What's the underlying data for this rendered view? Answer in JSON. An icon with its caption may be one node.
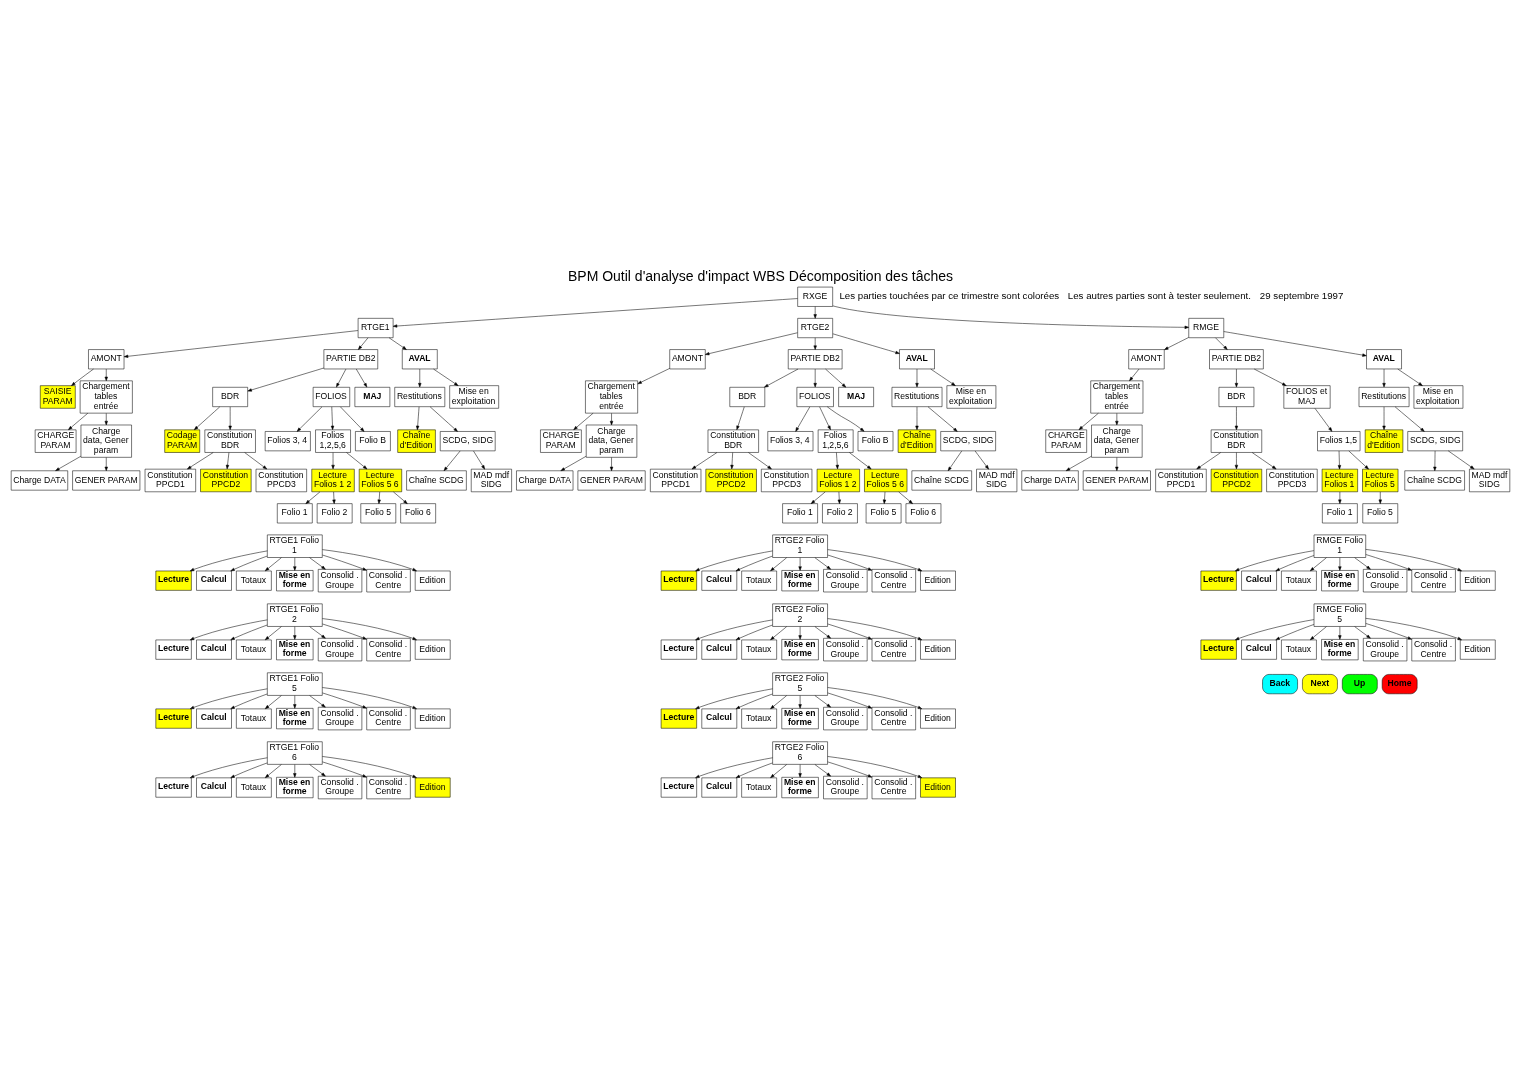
{
  "diagram": {
    "title": "BPM Outil d'analyse d'impact WBS Décomposition des tâches",
    "labels": [
      "Les parties touchées par ce trimestre sont colorées",
      "Les autres parties sont à tester seulement.",
      "29 septembre 1997"
    ],
    "nodes": [
      {
        "text": [
          "RXGE"
        ]
      },
      {
        "text": [
          "RTGE1"
        ]
      },
      {
        "text": [
          "RTGE2"
        ]
      },
      {
        "text": [
          "RMGE"
        ]
      },
      {
        "text": [
          "AMONT"
        ]
      },
      {
        "text": [
          "PARTIE DB2"
        ]
      },
      {
        "text": [
          "AVAL"
        ]
      },
      {
        "text": [
          "SAISIE PARAM"
        ]
      },
      {
        "text": [
          "Chargement tables entrée"
        ]
      },
      {
        "text": [
          "CHARGE PARAM"
        ]
      },
      {
        "text": [
          "Charge data, Gener param"
        ]
      },
      {
        "text": [
          "Charge DATA"
        ]
      },
      {
        "text": [
          "GENER PARAM"
        ]
      },
      {
        "text": [
          "BDR"
        ]
      },
      {
        "text": [
          "FOLIOS"
        ]
      },
      {
        "text": [
          "MAJ"
        ]
      },
      {
        "text": [
          "Codage PARAM"
        ]
      },
      {
        "text": [
          "Constitution BDR"
        ]
      },
      {
        "text": [
          "Constitution PPCD1"
        ]
      },
      {
        "text": [
          "Constitution PPCD2"
        ]
      },
      {
        "text": [
          "Constitution PPCD3"
        ]
      },
      {
        "text": [
          "Folios 3, 4"
        ]
      },
      {
        "text": [
          "Folios 1,2,5,6"
        ]
      },
      {
        "text": [
          "Folio B"
        ]
      },
      {
        "text": [
          "Lecture Folios 1 2"
        ]
      },
      {
        "text": [
          "Lecture Folios 5 6"
        ]
      },
      {
        "text": [
          "Folio 1"
        ]
      },
      {
        "text": [
          "Folio 2"
        ]
      },
      {
        "text": [
          "Folio 5"
        ]
      },
      {
        "text": [
          "Folio 6"
        ]
      },
      {
        "text": [
          "Restitutions"
        ]
      },
      {
        "text": [
          "Mise en exploitation"
        ]
      },
      {
        "text": [
          "Chaîne d'Edition"
        ]
      },
      {
        "text": [
          "SCDG, SIDG"
        ]
      },
      {
        "text": [
          "Chaîne SCDG"
        ]
      },
      {
        "text": [
          "MAD mdf SIDG"
        ]
      },
      {
        "text": [
          "AMONT"
        ]
      },
      {
        "text": [
          "PARTIE DB2"
        ]
      },
      {
        "text": [
          "AVAL"
        ]
      },
      {
        "text": [
          "Chargement tables entrée"
        ]
      },
      {
        "text": [
          "CHARGE PARAM"
        ]
      },
      {
        "text": [
          "Charge data, Gener param"
        ]
      },
      {
        "text": [
          "Charge DATA"
        ]
      },
      {
        "text": [
          "GENER PARAM"
        ]
      },
      {
        "text": [
          "BDR"
        ]
      },
      {
        "text": [
          "FOLIOS"
        ]
      },
      {
        "text": [
          "MAJ"
        ]
      },
      {
        "text": [
          "Constitution BDR"
        ]
      },
      {
        "text": [
          "Constitution PPCD1"
        ]
      },
      {
        "text": [
          "Constitution PPCD2"
        ]
      },
      {
        "text": [
          "Constitution PPCD3"
        ]
      },
      {
        "text": [
          "Folios 3, 4"
        ]
      },
      {
        "text": [
          "Folios 1,2,5,6"
        ]
      },
      {
        "text": [
          "Folio B"
        ]
      },
      {
        "text": [
          "Lecture Folios 1 2"
        ]
      },
      {
        "text": [
          "Lecture Folios 5 6"
        ]
      },
      {
        "text": [
          "Folio 1"
        ]
      },
      {
        "text": [
          "Folio 2"
        ]
      },
      {
        "text": [
          "Folio 5"
        ]
      },
      {
        "text": [
          "Folio 6"
        ]
      },
      {
        "text": [
          "Restitutions"
        ]
      },
      {
        "text": [
          "Mise en exploitation"
        ]
      },
      {
        "text": [
          "Chaîne d'Edition"
        ]
      },
      {
        "text": [
          "SCDG, SIDG"
        ]
      },
      {
        "text": [
          "Chaîne SCDG"
        ]
      },
      {
        "text": [
          "MAD mdf SIDG"
        ]
      },
      {
        "text": [
          "AMONT"
        ]
      },
      {
        "text": [
          "PARTIE DB2"
        ]
      },
      {
        "text": [
          "AVAL"
        ]
      },
      {
        "text": [
          "Chargement tables entrée"
        ]
      },
      {
        "text": [
          "CHARGE PARAM"
        ]
      },
      {
        "text": [
          "Charge data, Gener param"
        ]
      },
      {
        "text": [
          "Charge DATA"
        ]
      },
      {
        "text": [
          "GENER PARAM"
        ]
      },
      {
        "text": [
          "BDR"
        ]
      },
      {
        "text": [
          "FOLIOS et MAJ"
        ]
      },
      {
        "text": [
          "Constitution BDR"
        ]
      },
      {
        "text": [
          "Constitution PPCD1"
        ]
      },
      {
        "text": [
          "Constitution PPCD2"
        ]
      },
      {
        "text": [
          "Constitution PPCD3"
        ]
      },
      {
        "text": [
          "Folios 1,5"
        ]
      },
      {
        "text": [
          "Lecture Folios 1"
        ]
      },
      {
        "text": [
          "Lecture Folios 5"
        ]
      },
      {
        "text": [
          "Folio 1"
        ]
      },
      {
        "text": [
          "Folio 5"
        ]
      },
      {
        "text": [
          "Restitutions"
        ]
      },
      {
        "text": [
          "Mise en exploitation"
        ]
      },
      {
        "text": [
          "Chaîne d'Edition"
        ]
      },
      {
        "text": [
          "SCDG, SIDG"
        ]
      },
      {
        "text": [
          "Chaîne SCDG"
        ]
      },
      {
        "text": [
          "MAD mdf SIDG"
        ]
      },
      {
        "text": [
          "RTGE1 Folio 1"
        ]
      },
      {
        "text": [
          "Lecture"
        ]
      },
      {
        "text": [
          "Calcul"
        ]
      },
      {
        "text": [
          "Totaux"
        ]
      },
      {
        "text": [
          "Mise en forme"
        ]
      },
      {
        "text": [
          "Consolid . Groupe"
        ]
      },
      {
        "text": [
          "Consolid . Centre"
        ]
      },
      {
        "text": [
          "Edition"
        ]
      },
      {
        "text": [
          "RTGE1 Folio 2"
        ]
      },
      {
        "text": [
          "Lecture"
        ]
      },
      {
        "text": [
          "Calcul"
        ]
      },
      {
        "text": [
          "Totaux"
        ]
      },
      {
        "text": [
          "Mise en forme"
        ]
      },
      {
        "text": [
          "Consolid . Groupe"
        ]
      },
      {
        "text": [
          "Consolid . Centre"
        ]
      },
      {
        "text": [
          "Edition"
        ]
      },
      {
        "text": [
          "RTGE1 Folio 5"
        ]
      },
      {
        "text": [
          "Lecture"
        ]
      },
      {
        "text": [
          "Calcul"
        ]
      },
      {
        "text": [
          "Totaux"
        ]
      },
      {
        "text": [
          "Mise en forme"
        ]
      },
      {
        "text": [
          "Consolid . Groupe"
        ]
      },
      {
        "text": [
          "Consolid . Centre"
        ]
      },
      {
        "text": [
          "Edition"
        ]
      },
      {
        "text": [
          "RTGE1 Folio 6"
        ]
      },
      {
        "text": [
          "Lecture"
        ]
      },
      {
        "text": [
          "Calcul"
        ]
      },
      {
        "text": [
          "Totaux"
        ]
      },
      {
        "text": [
          "Mise en forme"
        ]
      },
      {
        "text": [
          "Consolid . Groupe"
        ]
      },
      {
        "text": [
          "Consolid . Centre"
        ]
      },
      {
        "text": [
          "Edition"
        ]
      },
      {
        "text": [
          "RTGE2 Folio 1"
        ]
      },
      {
        "text": [
          "Lecture"
        ]
      },
      {
        "text": [
          "Calcul"
        ]
      },
      {
        "text": [
          "Totaux"
        ]
      },
      {
        "text": [
          "Mise en forme"
        ]
      },
      {
        "text": [
          "Consolid . Groupe"
        ]
      },
      {
        "text": [
          "Consolid . Centre"
        ]
      },
      {
        "text": [
          "Edition"
        ]
      },
      {
        "text": [
          "RTGE2 Folio 2"
        ]
      },
      {
        "text": [
          "Lecture"
        ]
      },
      {
        "text": [
          "Calcul"
        ]
      },
      {
        "text": [
          "Totaux"
        ]
      },
      {
        "text": [
          "Mise en forme"
        ]
      },
      {
        "text": [
          "Consolid . Groupe"
        ]
      },
      {
        "text": [
          "Consolid . Centre"
        ]
      },
      {
        "text": [
          "Edition"
        ]
      },
      {
        "text": [
          "RTGE2 Folio 5"
        ]
      },
      {
        "text": [
          "Lecture"
        ]
      },
      {
        "text": [
          "Calcul"
        ]
      },
      {
        "text": [
          "Totaux"
        ]
      },
      {
        "text": [
          "Mise en forme"
        ]
      },
      {
        "text": [
          "Consolid . Groupe"
        ]
      },
      {
        "text": [
          "Consolid . Centre"
        ]
      },
      {
        "text": [
          "Edition"
        ]
      },
      {
        "text": [
          "RTGE2 Folio 6"
        ]
      },
      {
        "text": [
          "Lecture"
        ]
      },
      {
        "text": [
          "Calcul"
        ]
      },
      {
        "text": [
          "Totaux"
        ]
      },
      {
        "text": [
          "Mise en forme"
        ]
      },
      {
        "text": [
          "Consolid . Groupe"
        ]
      },
      {
        "text": [
          "Consolid . Centre"
        ]
      },
      {
        "text": [
          "Edition"
        ]
      },
      {
        "text": [
          "RMGE Folio 1"
        ]
      },
      {
        "text": [
          "Lecture"
        ]
      },
      {
        "text": [
          "Calcul"
        ]
      },
      {
        "text": [
          "Totaux"
        ]
      },
      {
        "text": [
          "Mise en forme"
        ]
      },
      {
        "text": [
          "Consolid . Groupe"
        ]
      },
      {
        "text": [
          "Consolid . Centre"
        ]
      },
      {
        "text": [
          "Edition"
        ]
      },
      {
        "text": [
          "RMGE Folio 5"
        ]
      },
      {
        "text": [
          "Lecture"
        ]
      },
      {
        "text": [
          "Calcul"
        ]
      },
      {
        "text": [
          "Totaux"
        ]
      },
      {
        "text": [
          "Mise en forme"
        ]
      },
      {
        "text": [
          "Consolid . Groupe"
        ]
      },
      {
        "text": [
          "Consolid . Centre"
        ]
      },
      {
        "text": [
          "Edition"
        ]
      },
      {
        "text": [
          "Back"
        ]
      },
      {
        "text": [
          "Next"
        ]
      },
      {
        "text": [
          "Up"
        ]
      },
      {
        "text": [
          "Home"
        ]
      }
    ],
    "edges": [
      {
        "from": 0,
        "to": 1,
        "arrow": "to"
      },
      {
        "from": 0,
        "to": 2,
        "arrow": "to"
      },
      {
        "from": 0,
        "to": 3,
        "arrow": "to"
      },
      {
        "from": 1,
        "to": 4,
        "arrow": "to"
      },
      {
        "from": 1,
        "to": 5,
        "arrow": "to"
      },
      {
        "from": 1,
        "to": 6,
        "arrow": "to"
      },
      {
        "from": 4,
        "to": 7,
        "arrow": "to"
      },
      {
        "from": 4,
        "to": 8,
        "arrow": "to"
      },
      {
        "from": 8,
        "to": 9,
        "arrow": "to"
      },
      {
        "from": 8,
        "to": 10,
        "arrow": "to"
      },
      {
        "from": 10,
        "to": 11,
        "arrow": "to"
      },
      {
        "from": 10,
        "to": 12,
        "arrow": "to"
      },
      {
        "from": 5,
        "to": 13,
        "arrow": "to"
      },
      {
        "from": 5,
        "to": 14,
        "arrow": "to"
      },
      {
        "from": 5,
        "to": 15,
        "arrow": "to"
      },
      {
        "from": 13,
        "to": 16,
        "arrow": "to"
      },
      {
        "from": 13,
        "to": 17,
        "arrow": "to"
      },
      {
        "from": 17,
        "to": 18,
        "arrow": "to"
      },
      {
        "from": 17,
        "to": 19,
        "arrow": "to"
      },
      {
        "from": 17,
        "to": 20,
        "arrow": "to"
      },
      {
        "from": 14,
        "to": 21,
        "arrow": "to"
      },
      {
        "from": 14,
        "to": 22,
        "arrow": "to"
      },
      {
        "from": 14,
        "to": 23,
        "arrow": "to"
      },
      {
        "from": 22,
        "to": 24,
        "arrow": "to"
      },
      {
        "from": 22,
        "to": 25,
        "arrow": "to"
      },
      {
        "from": 24,
        "to": 26,
        "arrow": "to"
      },
      {
        "from": 24,
        "to": 27,
        "arrow": "to"
      },
      {
        "from": 25,
        "to": 28,
        "arrow": "to"
      },
      {
        "from": 25,
        "to": 29,
        "arrow": "to"
      },
      {
        "from": 6,
        "to": 30,
        "arrow": "to"
      },
      {
        "from": 6,
        "to": 31,
        "arrow": "to"
      },
      {
        "from": 30,
        "to": 32,
        "arrow": "to"
      },
      {
        "from": 30,
        "to": 33,
        "arrow": "to"
      },
      {
        "from": 33,
        "to": 34,
        "arrow": "to"
      },
      {
        "from": 33,
        "to": 35,
        "arrow": "to"
      },
      {
        "from": 2,
        "to": 36,
        "arrow": "to"
      },
      {
        "from": 2,
        "to": 37,
        "arrow": "to"
      },
      {
        "from": 2,
        "to": 38,
        "arrow": "to"
      },
      {
        "from": 36,
        "to": 39,
        "arrow": "to"
      },
      {
        "from": 39,
        "to": 40,
        "arrow": "to"
      },
      {
        "from": 39,
        "to": 41,
        "arrow": "to"
      },
      {
        "from": 41,
        "to": 42,
        "arrow": "to"
      },
      {
        "from": 41,
        "to": 43,
        "arrow": "to"
      },
      {
        "from": 37,
        "to": 44,
        "arrow": "to"
      },
      {
        "from": 37,
        "to": 45,
        "arrow": "to"
      },
      {
        "from": 37,
        "to": 46,
        "arrow": "to"
      },
      {
        "from": 44,
        "to": 47,
        "arrow": "to"
      },
      {
        "from": 47,
        "to": 48,
        "arrow": "to"
      },
      {
        "from": 47,
        "to": 49,
        "arrow": "to"
      },
      {
        "from": 47,
        "to": 50,
        "arrow": "to"
      },
      {
        "from": 45,
        "to": 51,
        "arrow": "to"
      },
      {
        "from": 45,
        "to": 52,
        "arrow": "to"
      },
      {
        "from": 45,
        "to": 53,
        "arrow": "to"
      },
      {
        "from": 52,
        "to": 54,
        "arrow": "to"
      },
      {
        "from": 52,
        "to": 55,
        "arrow": "to"
      },
      {
        "from": 54,
        "to": 56,
        "arrow": "to"
      },
      {
        "from": 54,
        "to": 57,
        "arrow": "to"
      },
      {
        "from": 55,
        "to": 58,
        "arrow": "to"
      },
      {
        "from": 55,
        "to": 59,
        "arrow": "to"
      },
      {
        "from": 38,
        "to": 60,
        "arrow": "to"
      },
      {
        "from": 38,
        "to": 61,
        "arrow": "to"
      },
      {
        "from": 60,
        "to": 62,
        "arrow": "to"
      },
      {
        "from": 60,
        "to": 63,
        "arrow": "to"
      },
      {
        "from": 63,
        "to": 64,
        "arrow": "to"
      },
      {
        "from": 63,
        "to": 65,
        "arrow": "to"
      },
      {
        "from": 3,
        "to": 66,
        "arrow": "to"
      },
      {
        "from": 3,
        "to": 67,
        "arrow": "to"
      },
      {
        "from": 3,
        "to": 68,
        "arrow": "to"
      },
      {
        "from": 66,
        "to": 69,
        "arrow": "to"
      },
      {
        "from": 69,
        "to": 70,
        "arrow": "to"
      },
      {
        "from": 69,
        "to": 71,
        "arrow": "to"
      },
      {
        "from": 71,
        "to": 72,
        "arrow": "to"
      },
      {
        "from": 71,
        "to": 73,
        "arrow": "to"
      },
      {
        "from": 67,
        "to": 74,
        "arrow": "to"
      },
      {
        "from": 67,
        "to": 75,
        "arrow": "to"
      },
      {
        "from": 74,
        "to": 76,
        "arrow": "to"
      },
      {
        "from": 76,
        "to": 77,
        "arrow": "to"
      },
      {
        "from": 76,
        "to": 78,
        "arrow": "to"
      },
      {
        "from": 76,
        "to": 79,
        "arrow": "to"
      },
      {
        "from": 75,
        "to": 80,
        "arrow": "to"
      },
      {
        "from": 80,
        "to": 81,
        "arrow": "to"
      },
      {
        "from": 80,
        "to": 82,
        "arrow": "to"
      },
      {
        "from": 81,
        "to": 83,
        "arrow": "to"
      },
      {
        "from": 82,
        "to": 84,
        "arrow": "to"
      },
      {
        "from": 68,
        "to": 85,
        "arrow": "to"
      },
      {
        "from": 68,
        "to": 86,
        "arrow": "to"
      },
      {
        "from": 85,
        "to": 87,
        "arrow": "to"
      },
      {
        "from": 85,
        "to": 88,
        "arrow": "to"
      },
      {
        "from": 88,
        "to": 89,
        "arrow": "to"
      },
      {
        "from": 88,
        "to": 90,
        "arrow": "to"
      },
      {
        "from": 91,
        "to": 92,
        "arrow": "to"
      },
      {
        "from": 91,
        "to": 93,
        "arrow": "to"
      },
      {
        "from": 91,
        "to": 94,
        "arrow": "to"
      },
      {
        "from": 91,
        "to": 95,
        "arrow": "to"
      },
      {
        "from": 91,
        "to": 96,
        "arrow": "to"
      },
      {
        "from": 91,
        "to": 97,
        "arrow": "to"
      },
      {
        "from": 91,
        "to": 98,
        "arrow": "to"
      },
      {
        "from": 99,
        "to": 100,
        "arrow": "to"
      },
      {
        "from": 99,
        "to": 101,
        "arrow": "to"
      },
      {
        "from": 99,
        "to": 102,
        "arrow": "to"
      },
      {
        "from": 99,
        "to": 103,
        "arrow": "to"
      },
      {
        "from": 99,
        "to": 104,
        "arrow": "to"
      },
      {
        "from": 99,
        "to": 105,
        "arrow": "to"
      },
      {
        "from": 99,
        "to": 106,
        "arrow": "to"
      },
      {
        "from": 107,
        "to": 108,
        "arrow": "to"
      },
      {
        "from": 107,
        "to": 109,
        "arrow": "to"
      },
      {
        "from": 107,
        "to": 110,
        "arrow": "to"
      },
      {
        "from": 107,
        "to": 111,
        "arrow": "to"
      },
      {
        "from": 107,
        "to": 112,
        "arrow": "to"
      },
      {
        "from": 107,
        "to": 113,
        "arrow": "to"
      },
      {
        "from": 107,
        "to": 114,
        "arrow": "to"
      },
      {
        "from": 115,
        "to": 116,
        "arrow": "to"
      },
      {
        "from": 115,
        "to": 117,
        "arrow": "to"
      },
      {
        "from": 115,
        "to": 118,
        "arrow": "to"
      },
      {
        "from": 115,
        "to": 119,
        "arrow": "to"
      },
      {
        "from": 115,
        "to": 120,
        "arrow": "to"
      },
      {
        "from": 115,
        "to": 121,
        "arrow": "to"
      },
      {
        "from": 115,
        "to": 122,
        "arrow": "to"
      },
      {
        "from": 123,
        "to": 124,
        "arrow": "to"
      },
      {
        "from": 123,
        "to": 125,
        "arrow": "to"
      },
      {
        "from": 123,
        "to": 126,
        "arrow": "to"
      },
      {
        "from": 123,
        "to": 127,
        "arrow": "to"
      },
      {
        "from": 123,
        "to": 128,
        "arrow": "to"
      },
      {
        "from": 123,
        "to": 129,
        "arrow": "to"
      },
      {
        "from": 123,
        "to": 130,
        "arrow": "to"
      },
      {
        "from": 131,
        "to": 132,
        "arrow": "to"
      },
      {
        "from": 131,
        "to": 133,
        "arrow": "to"
      },
      {
        "from": 131,
        "to": 134,
        "arrow": "to"
      },
      {
        "from": 131,
        "to": 135,
        "arrow": "to"
      },
      {
        "from": 131,
        "to": 136,
        "arrow": "to"
      },
      {
        "from": 131,
        "to": 137,
        "arrow": "to"
      },
      {
        "from": 131,
        "to": 138,
        "arrow": "to"
      },
      {
        "from": 139,
        "to": 140,
        "arrow": "to"
      },
      {
        "from": 139,
        "to": 141,
        "arrow": "to"
      },
      {
        "from": 139,
        "to": 142,
        "arrow": "to"
      },
      {
        "from": 139,
        "to": 143,
        "arrow": "to"
      },
      {
        "from": 139,
        "to": 144,
        "arrow": "to"
      },
      {
        "from": 139,
        "to": 145,
        "arrow": "to"
      },
      {
        "from": 139,
        "to": 146,
        "arrow": "to"
      },
      {
        "from": 147,
        "to": 148,
        "arrow": "to"
      },
      {
        "from": 147,
        "to": 149,
        "arrow": "to"
      },
      {
        "from": 147,
        "to": 150,
        "arrow": "to"
      },
      {
        "from": 147,
        "to": 151,
        "arrow": "to"
      },
      {
        "from": 147,
        "to": 152,
        "arrow": "to"
      },
      {
        "from": 147,
        "to": 153,
        "arrow": "to"
      },
      {
        "from": 147,
        "to": 154,
        "arrow": "to"
      },
      {
        "from": 155,
        "to": 156,
        "arrow": "to"
      },
      {
        "from": 155,
        "to": 157,
        "arrow": "to"
      },
      {
        "from": 155,
        "to": 158,
        "arrow": "to"
      },
      {
        "from": 155,
        "to": 159,
        "arrow": "to"
      },
      {
        "from": 155,
        "to": 160,
        "arrow": "to"
      },
      {
        "from": 155,
        "to": 161,
        "arrow": "to"
      },
      {
        "from": 155,
        "to": 162,
        "arrow": "to"
      },
      {
        "from": 163,
        "to": 164,
        "arrow": "to"
      },
      {
        "from": 163,
        "to": 165,
        "arrow": "to"
      },
      {
        "from": 163,
        "to": 166,
        "arrow": "to"
      },
      {
        "from": 163,
        "to": 167,
        "arrow": "to"
      },
      {
        "from": 163,
        "to": 168,
        "arrow": "to"
      },
      {
        "from": 163,
        "to": 169,
        "arrow": "to"
      },
      {
        "from": 163,
        "to": 170,
        "arrow": "to"
      }
    ]
  }
}
